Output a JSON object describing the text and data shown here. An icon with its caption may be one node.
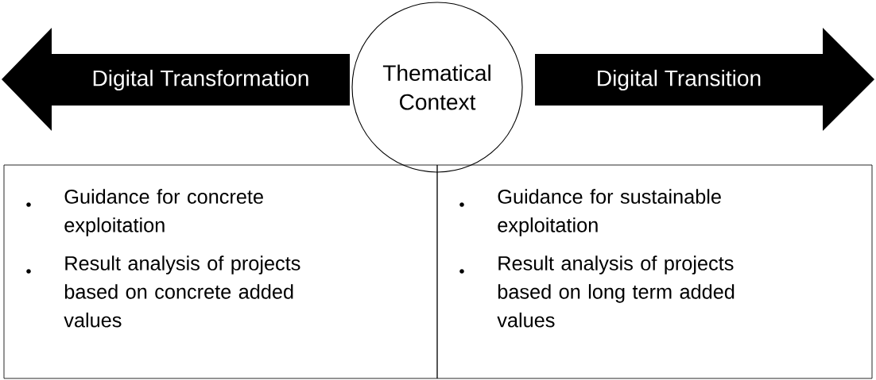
{
  "diagram": {
    "nodes": [
      {
        "text": [
          "Digital Transformation"
        ]
      },
      {
        "text": [
          "Thematical Context"
        ]
      },
      {
        "text": [
          "Digital Transition"
        ]
      },
      {
        "text": [
          "Guidance for concrete exploitation",
          "Result analysis of projects based on concrete added values"
        ]
      },
      {
        "text": [
          "Guidance for sustainable exploitation",
          "Result analysis of projects based on long term added values"
        ]
      }
    ]
  }
}
